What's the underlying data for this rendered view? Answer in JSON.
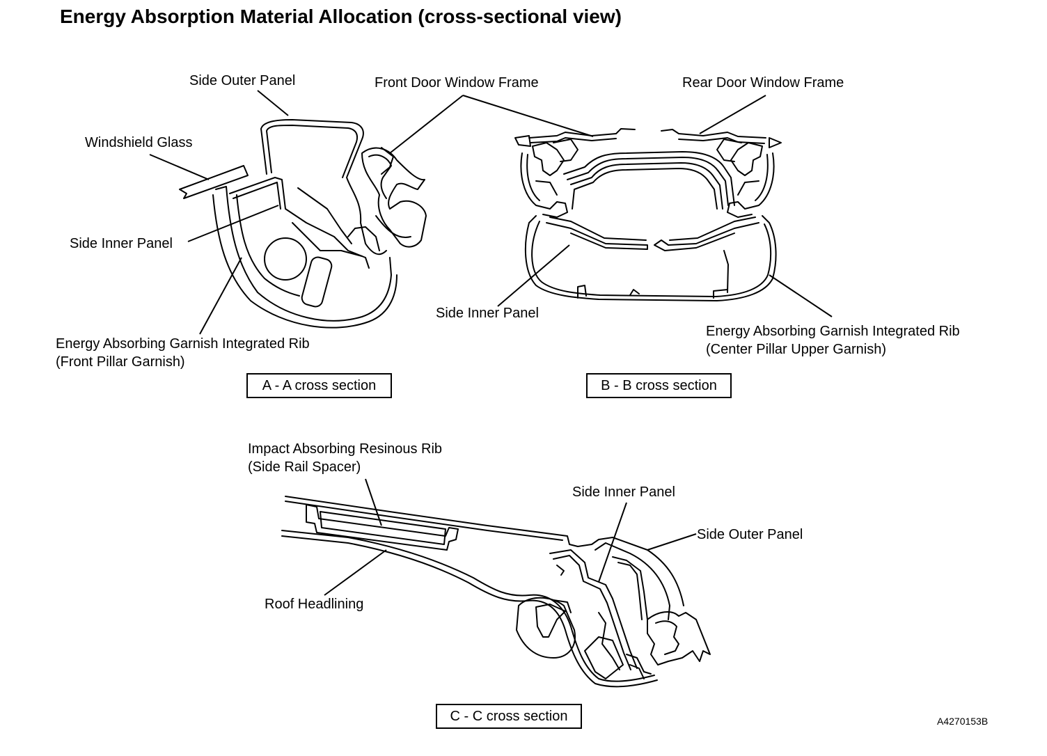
{
  "title": "Energy Absorption Material Allocation (cross-sectional view)",
  "section_a": {
    "caption": "A - A cross section",
    "labels": {
      "side_outer_panel": "Side Outer Panel",
      "front_door_window_frame": "Front Door Window Frame",
      "windshield_glass": "Windshield Glass",
      "side_inner_panel": "Side Inner Panel",
      "garnish_line1": "Energy Absorbing Garnish Integrated Rib",
      "garnish_line2": "(Front Pillar Garnish)"
    }
  },
  "section_b": {
    "caption": "B - B cross section",
    "labels": {
      "rear_door_window_frame": "Rear Door Window Frame",
      "side_inner_panel": "Side Inner Panel",
      "garnish_line1": "Energy Absorbing Garnish Integrated Rib",
      "garnish_line2": "(Center Pillar Upper Garnish)"
    }
  },
  "section_c": {
    "caption": "C - C cross section",
    "labels": {
      "rib_line1": "Impact Absorbing Resinous Rib",
      "rib_line2": "(Side Rail Spacer)",
      "side_inner_panel": "Side Inner Panel",
      "side_outer_panel": "Side Outer Panel",
      "roof_headlining": "Roof Headlining"
    }
  },
  "figure_code": "A4270153B"
}
